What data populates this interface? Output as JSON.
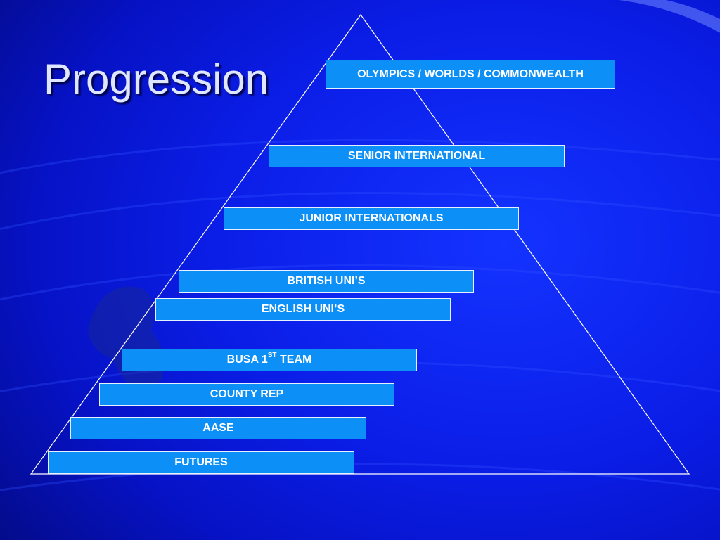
{
  "slide": {
    "title": "Progression"
  },
  "pyramid": {
    "tiers": [
      {
        "label": "OLYMPICS / WORLDS / COMMONWEALTH"
      },
      {
        "label": "SENIOR INTERNATIONAL"
      },
      {
        "label": "JUNIOR INTERNATIONALS"
      },
      {
        "label": "BRITISH UNI’S"
      },
      {
        "label": "ENGLISH UNI’S"
      },
      {
        "label": "BUSA 1",
        "sup": "ST",
        "suffix": " TEAM"
      },
      {
        "label": "COUNTY REP"
      },
      {
        "label": "AASE"
      },
      {
        "label": "FUTURES"
      }
    ]
  },
  "colors": {
    "background": "#0a12e6",
    "tier_fill": "#0c8ff6",
    "tier_border": "#e8f2ff",
    "title_text": "#dfe6ff",
    "outline": "#ffffff"
  }
}
